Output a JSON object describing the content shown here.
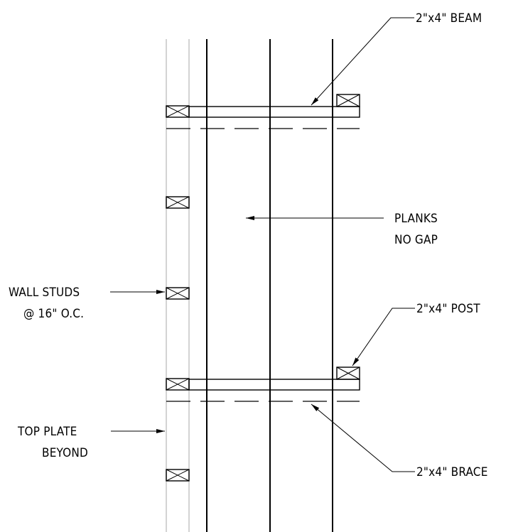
{
  "labels": {
    "beam": "2\"x4\" BEAM",
    "planks_line1": "PLANKS",
    "planks_line2": "NO GAP",
    "wall_studs_line1": "WALL STUDS",
    "wall_studs_line2": "@ 16\" O.C.",
    "post": "2\"x4\" POST",
    "top_plate_line1": "TOP PLATE",
    "top_plate_line2": "BEYOND",
    "brace": "2\"x4\" BRACE"
  },
  "colors": {
    "ink": "#000000",
    "beyond_lines": "#c8c8c8",
    "background": "#ffffff"
  }
}
